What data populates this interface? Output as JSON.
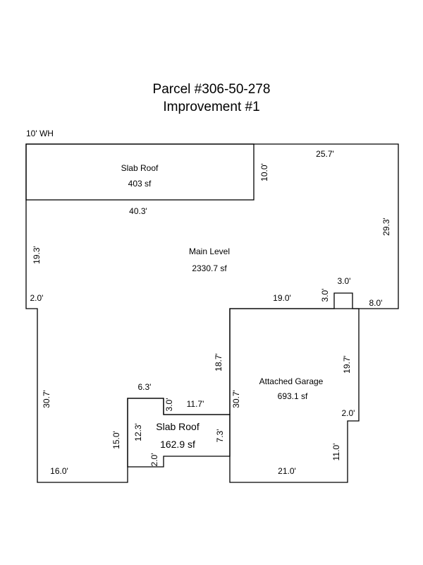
{
  "title": "Parcel #306-50-278",
  "subtitle": "Improvement #1",
  "wall_height": "10' WH",
  "areas": {
    "slab_roof_top": {
      "name": "Slab Roof",
      "area": "403 sf"
    },
    "main_level": {
      "name": "Main Level",
      "area": "2330.7 sf"
    },
    "attached_garage": {
      "name": "Attached Garage",
      "area": "693.1 sf"
    },
    "slab_roof_bottom": {
      "name": "Slab Roof",
      "area": "162.9 sf"
    }
  },
  "dimensions": {
    "top_right": "25.7'",
    "slab_right": "10.0'",
    "slab_bottom": "40.3'",
    "right_side": "29.3'",
    "left_upper": "19.3'",
    "left_step": "2.0'",
    "garage_top": "19.0'",
    "notch_side": "3.0'",
    "notch_top": "3.0'",
    "right_step": "8.0'",
    "garage_left_upper": "18.7'",
    "garage_right_upper": "19.7'",
    "left_lower": "30.7'",
    "small_top": "6.3'",
    "small_step": "3.0'",
    "small_top_right": "11.7'",
    "garage_left": "30.7'",
    "small_left": "12.3'",
    "main_notch_side": "15.0'",
    "small_right": "7.3'",
    "small_bottom_step": "2.0'",
    "bottom_left": "16.0'",
    "garage_step": "2.0'",
    "garage_right_lower": "11.0'",
    "garage_bottom": "21.0'"
  }
}
